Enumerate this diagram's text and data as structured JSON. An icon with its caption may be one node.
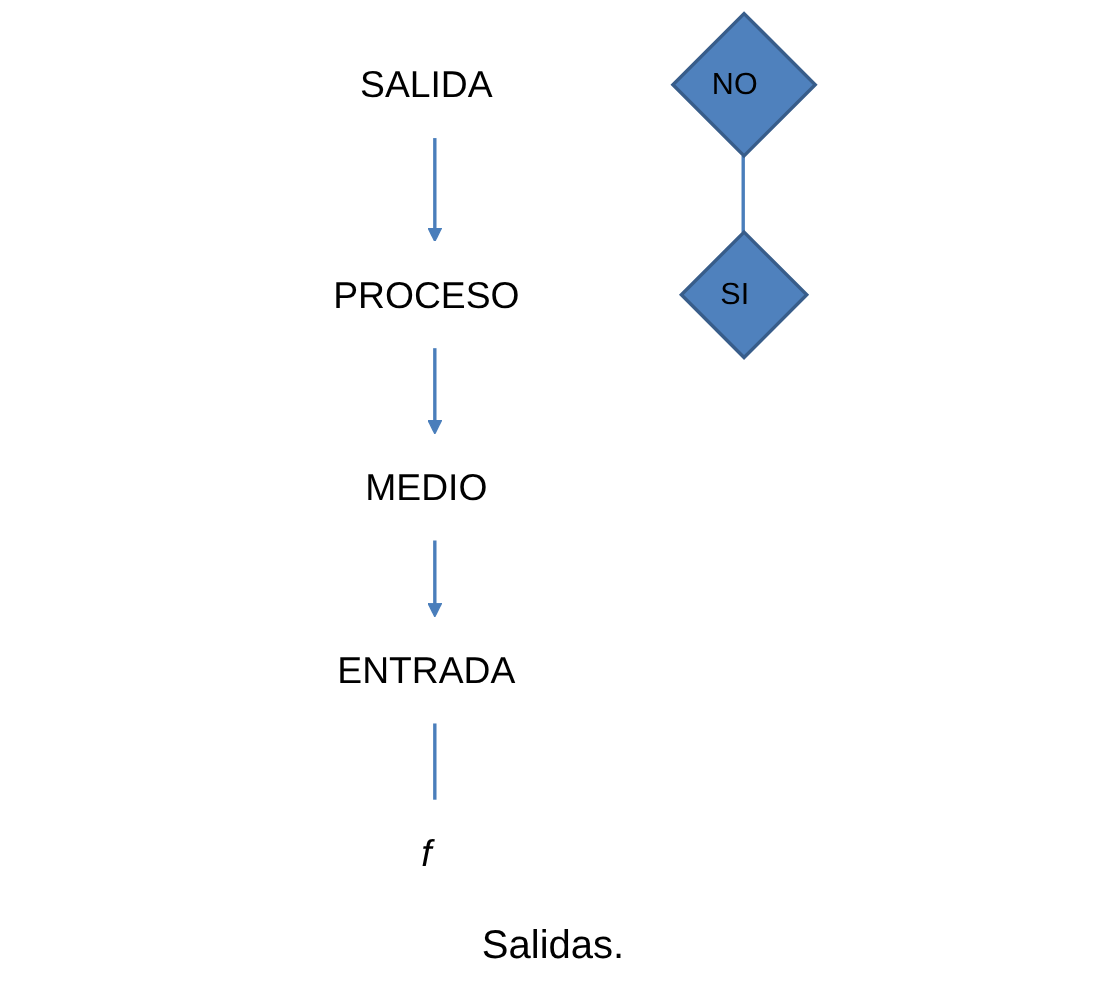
{
  "diagram": {
    "nodes": [
      {
        "text": [
          "SALIDA"
        ]
      },
      {
        "text": [
          "PROCESO"
        ]
      },
      {
        "text": [
          "MEDIO"
        ]
      },
      {
        "text": [
          "ENTRADA"
        ]
      },
      {
        "text": [
          "NO"
        ]
      },
      {
        "text": [
          "SI"
        ]
      },
      {
        "text": [
          "f"
        ]
      }
    ],
    "edges": [
      {
        "from": 0,
        "to": 1,
        "arrow": "to"
      },
      {
        "from": 1,
        "to": 2,
        "arrow": "to"
      },
      {
        "from": 2,
        "to": 3,
        "arrow": "to"
      },
      {
        "from": 3,
        "to": 6,
        "arrow": "none"
      },
      {
        "from": 4,
        "to": 5,
        "arrow": "none"
      }
    ],
    "labels": [
      "Salidas."
    ]
  }
}
